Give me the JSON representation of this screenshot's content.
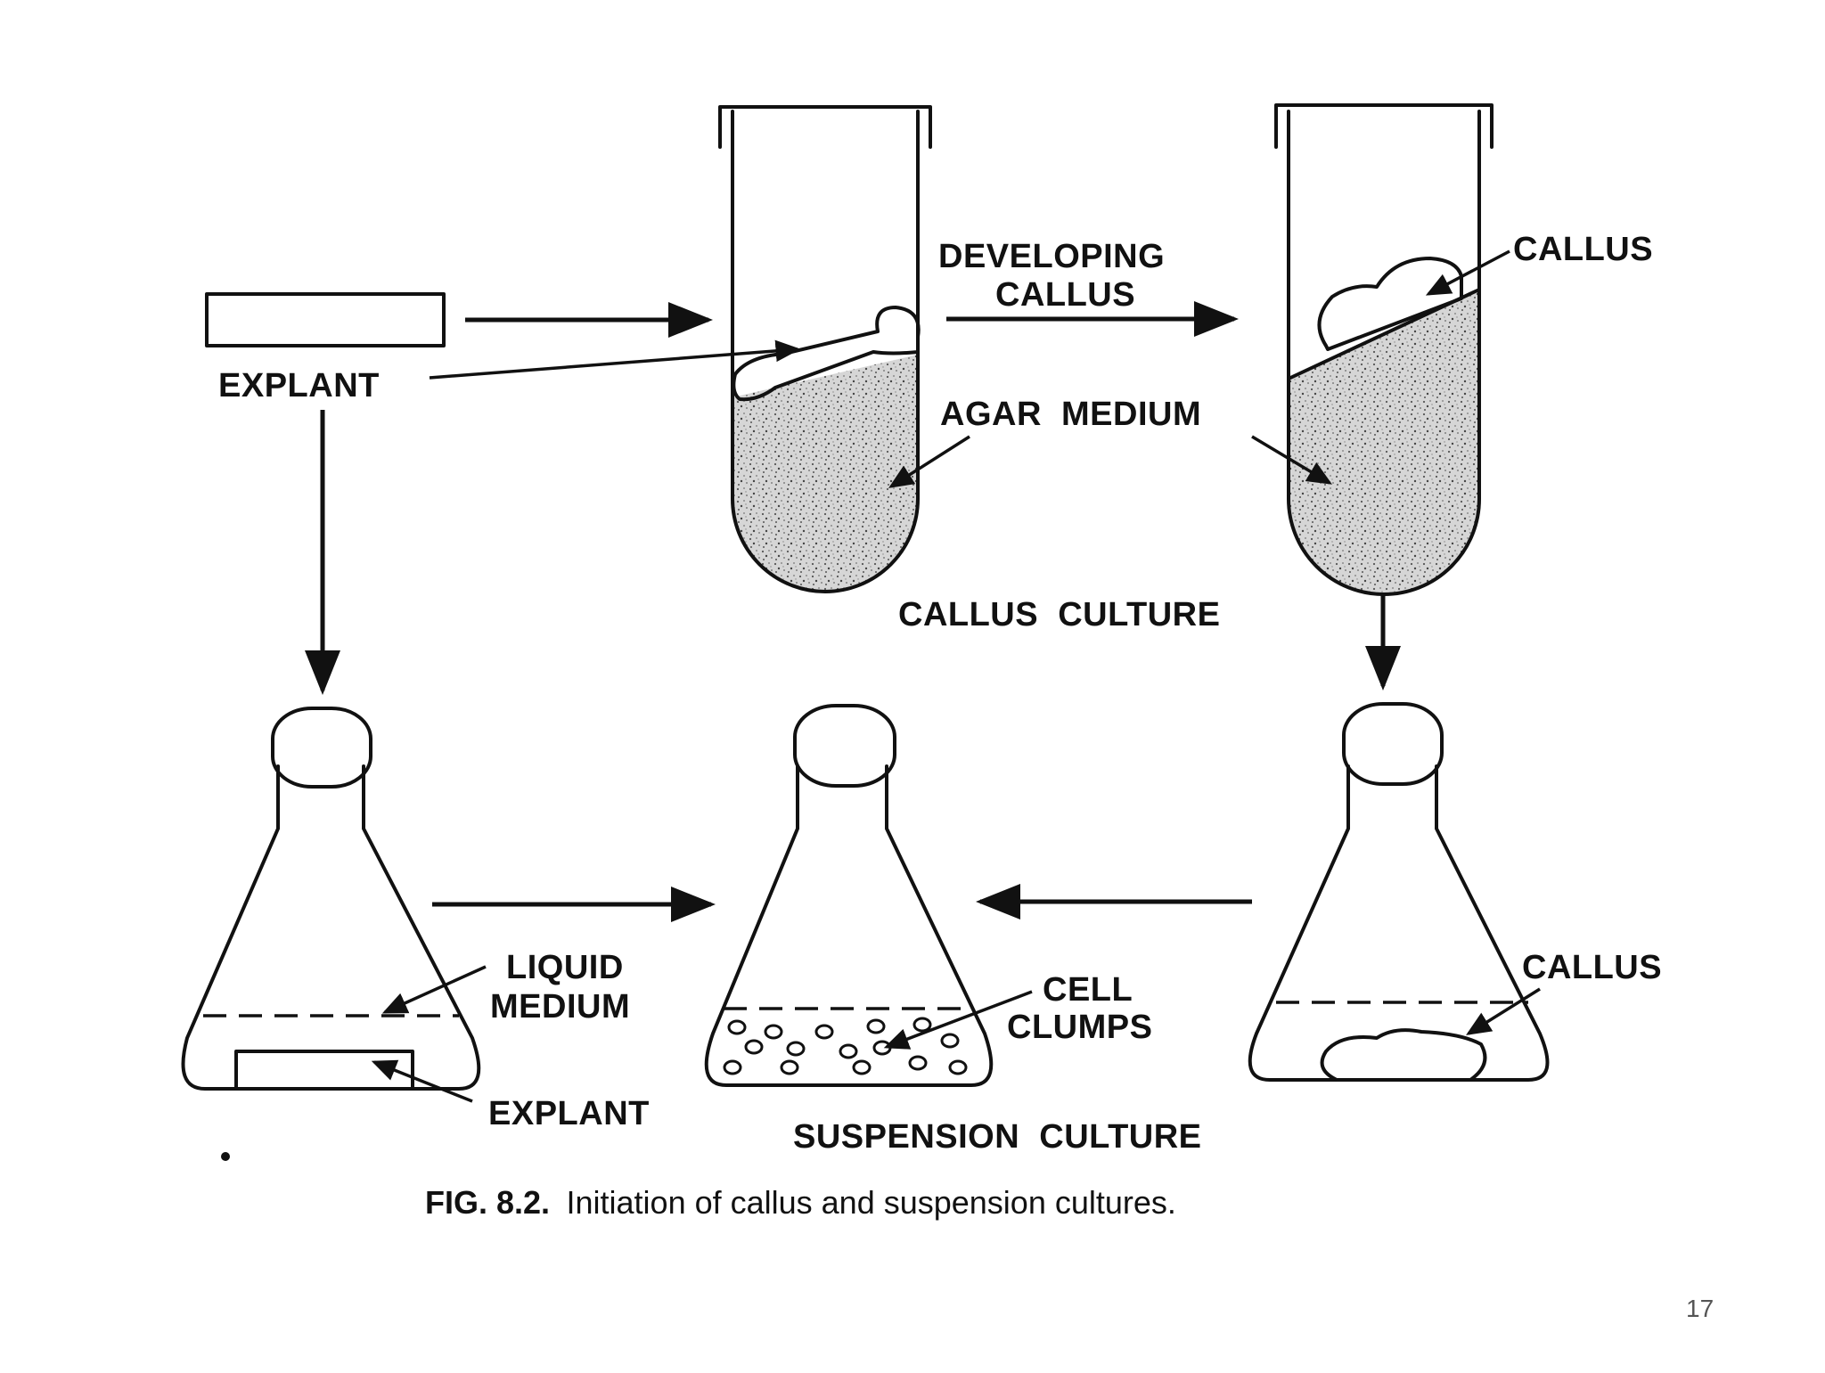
{
  "labels": {
    "explant_top": "EXPLANT",
    "developing_callus_1": "DEVELOPING",
    "developing_callus_2": "CALLUS",
    "callus_top": "CALLUS",
    "agar_medium": "AGAR  MEDIUM",
    "callus_culture": "CALLUS  CULTURE",
    "liquid_medium_1": "LIQUID",
    "liquid_medium_2": "MEDIUM",
    "explant_bottom": "EXPLANT",
    "cell_clumps_1": "CELL",
    "cell_clumps_2": "CLUMPS",
    "callus_bottom": "CALLUS",
    "suspension_culture": "SUSPENSION  CULTURE"
  },
  "caption": {
    "fig": "FIG. 8.2.",
    "text": "Initiation of callus and suspension cultures."
  },
  "page_number": "17"
}
